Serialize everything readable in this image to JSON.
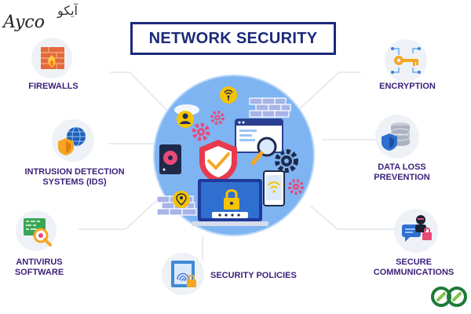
{
  "logo": {
    "arabic": "آیکو",
    "latin": "Ayco"
  },
  "title": "NETWORK SECURITY",
  "items": {
    "firewalls": "FIREWALLS",
    "ids_line1": "INTRUSION DETECTION",
    "ids_line2": "SYSTEMS (IDS)",
    "antivirus_line1": "ANTIVIRUS",
    "antivirus_line2": "SOFTWARE",
    "policies": "SECURITY POLICIES",
    "encryption": "ENCRYPTION",
    "dlp_line1": "DATA LOSS",
    "dlp_line2": "PREVENTION",
    "secure_line1": "SECURE",
    "secure_line2": "COMMUNICATIONS"
  },
  "colors": {
    "title": "#1b2a7a",
    "label": "#3a1f7a",
    "center_bg": "#7fb4f2",
    "brick": "#a7b4e8",
    "shield": "#e8394d",
    "gear": "#e84a78",
    "accent_green": "#1f7a3a"
  }
}
